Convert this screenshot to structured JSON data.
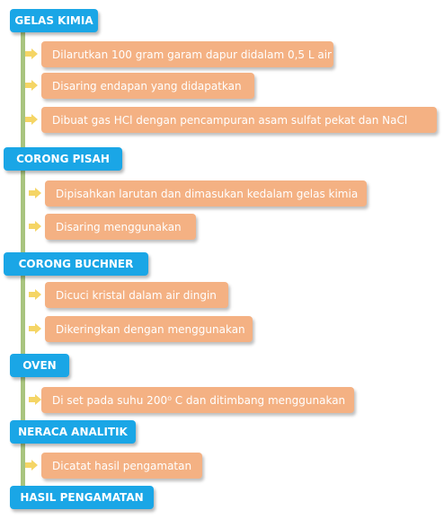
{
  "colors": {
    "header": "#1aa6e6",
    "step": "#f4b183",
    "line": "#a9c47f",
    "arrow": "#f5d565"
  },
  "sections": [
    {
      "title": "GELAS KIMIA",
      "steps": [
        "Dilarutkan 100 gram garam dapur didalam 0,5 L air",
        "Disaring endapan yang didapatkan",
        "Dibuat gas HCl dengan pencampuran asam sulfat pekat dan NaCl"
      ]
    },
    {
      "title": "CORONG PISAH",
      "steps": [
        "Dipisahkan larutan dan dimasukan kedalam gelas kimia",
        "Disaring menggunakan"
      ]
    },
    {
      "title": "CORONG BUCHNER",
      "steps": [
        "Dicuci kristal dalam air dingin",
        "Dikeringkan dengan menggunakan"
      ]
    },
    {
      "title": "OVEN",
      "steps": [
        "Di set pada suhu 200⁰ C dan ditimbang menggunakan"
      ]
    },
    {
      "title": "NERACA ANALITIK",
      "steps": [
        "Dicatat hasil pengamatan"
      ]
    },
    {
      "title": "HASIL PENGAMATAN",
      "steps": []
    }
  ]
}
